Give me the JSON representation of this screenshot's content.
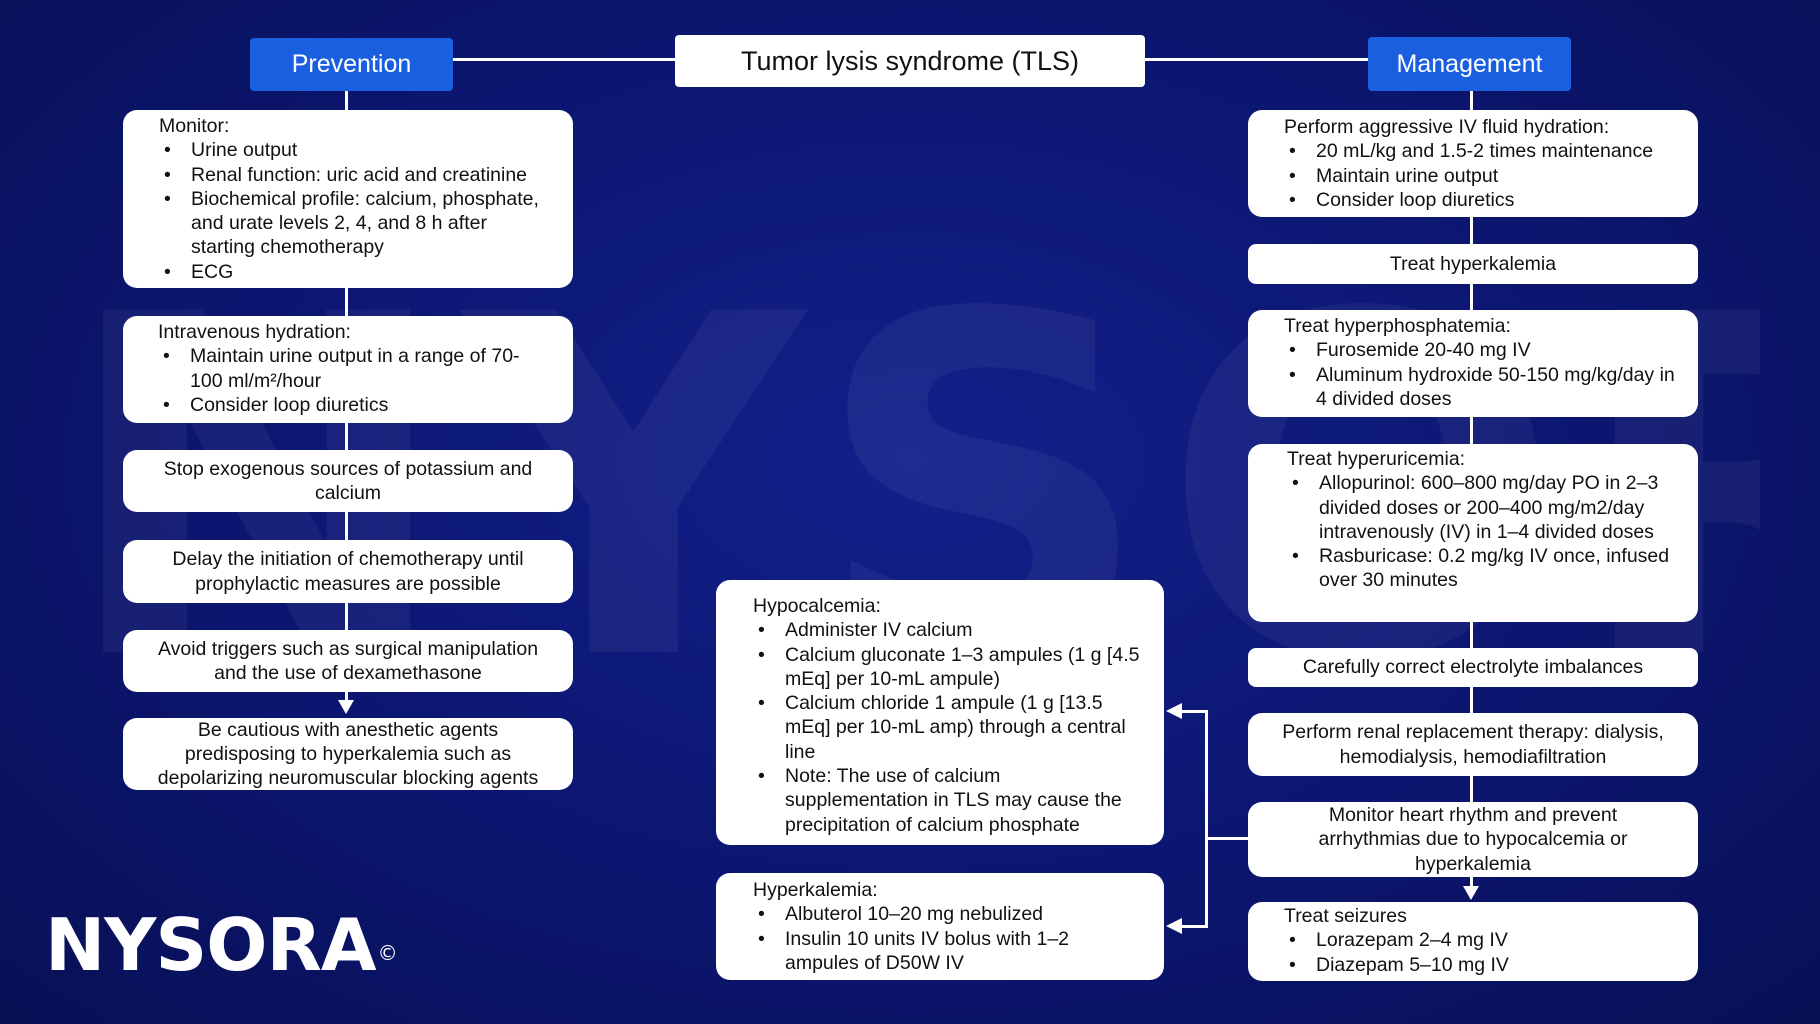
{
  "title": "Tumor lysis syndrome (TLS)",
  "brand": {
    "name": "NYSORA",
    "mark": "©",
    "watermark": "NYSORA"
  },
  "prevention": {
    "header": "Prevention",
    "monitor": {
      "head": "Monitor:",
      "items": [
        "Urine output",
        "Renal function: uric acid and creatinine",
        "Biochemical profile: calcium, phosphate, and urate levels 2, 4, and 8 h after starting chemotherapy",
        "ECG"
      ]
    },
    "hydration": {
      "head": "Intravenous hydration:",
      "items": [
        "Maintain urine output in a range of 70-100 ml/m²/hour",
        "Consider loop diuretics"
      ]
    },
    "stop_sources": "Stop exogenous sources of potassium and calcium",
    "delay": "Delay the initiation of chemotherapy until prophylactic measures are possible",
    "avoid": "Avoid triggers such as surgical manipulation and the use of dexamethasone",
    "cautious": "Be cautious with anesthetic agents predisposing to hyperkalemia such as depolarizing neuromuscular blocking agents"
  },
  "management": {
    "header": "Management",
    "fluid": {
      "head": "Perform aggressive IV fluid hydration:",
      "items": [
        "20 mL/kg and 1.5-2 times maintenance",
        "Maintain urine output",
        "Consider loop diuretics"
      ]
    },
    "hyperkalemia": "Treat hyperkalemia",
    "hyperphosphatemia": {
      "head": "Treat hyperphosphatemia:",
      "items": [
        "Furosemide 20-40 mg IV",
        "Aluminum hydroxide 50-150 mg/kg/day in 4 divided doses"
      ]
    },
    "hyperuricemia": {
      "head": "Treat hyperuricemia:",
      "items": [
        "Allopurinol: 600–800 mg/day PO in 2–3 divided doses or 200–400 mg/m2/day intravenously (IV) in 1–4 divided doses",
        "Rasburicase: 0.2 mg/kg IV once, infused over 30 minutes"
      ]
    },
    "electrolytes": "Carefully correct electrolyte imbalances",
    "renal": "Perform renal replacement therapy: dialysis, hemodialysis, hemodiafiltration",
    "heart": "Monitor heart rhythm and prevent arrhythmias due to hypocalcemia or hyperkalemia",
    "seizures": {
      "head": "Treat seizures",
      "items": [
        "Lorazepam 2–4 mg IV",
        "Diazepam 5–10 mg IV"
      ]
    }
  },
  "treatments": {
    "hypocalcemia": {
      "head": "Hypocalcemia:",
      "items": [
        "Administer IV calcium",
        "Calcium gluconate 1–3 ampules (1 g [4.5 mEq] per 10-mL ampule)",
        "Calcium chloride 1 ampule (1 g [13.5 mEq] per 10-mL amp) through a central line",
        "Note: The use of calcium supplementation in TLS may cause the precipitation of calcium phosphate"
      ]
    },
    "hyperkalemia": {
      "head": "Hyperkalemia:",
      "items": [
        "Albuterol 10–20 mg nebulized",
        "Insulin 10 units IV bolus with 1–2 ampules of D50W IV"
      ]
    }
  }
}
